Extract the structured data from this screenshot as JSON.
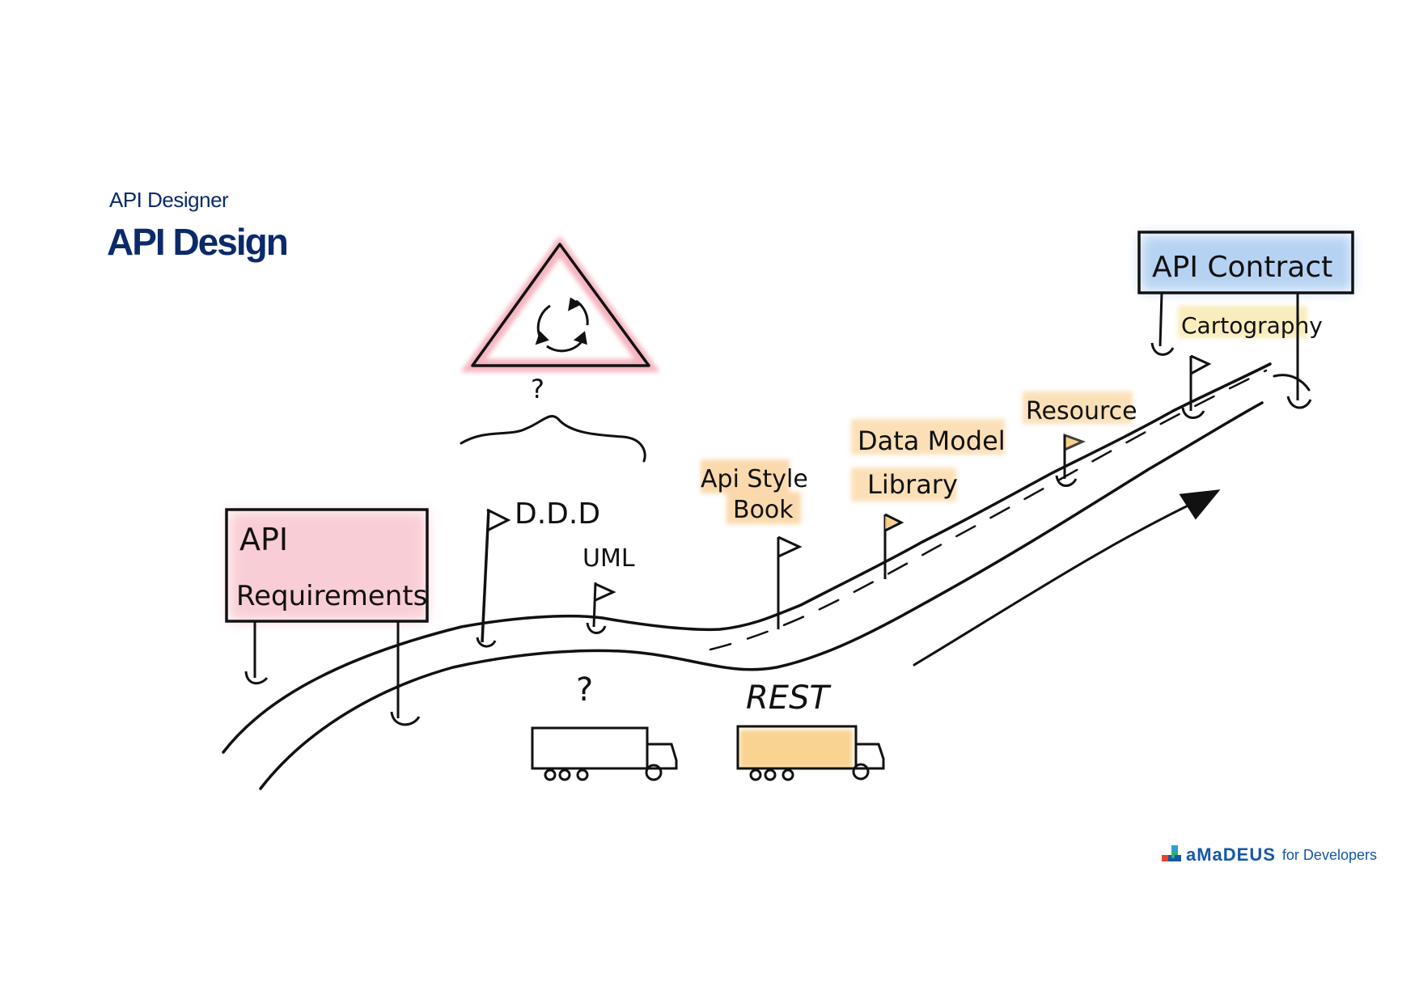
{
  "header": {
    "subtitle": "API Designer",
    "title": "API Design"
  },
  "diagram": {
    "labels": {
      "api_requirements_line1": "API",
      "api_requirements_line2": "Requirements",
      "ddd": "D.D.D",
      "uml": "UML",
      "question_sign": "?",
      "question_truck": "?",
      "rest": "REST",
      "api_style_book_line1": "Api Style",
      "api_style_book_line2": "Book",
      "data_model_line1": "Data Model",
      "data_model_line2": "Library",
      "resource": "Resource",
      "api_contract": "API Contract",
      "cartography": "Cartography"
    },
    "highlight_colors": {
      "requirements": "#f4a6b4",
      "sign": "#e85a72",
      "style_book": "#f9c98a",
      "data_model": "#fad6a0",
      "resource": "#fad6a0",
      "contract": "#9ec3ee",
      "cartography": "#f7e7a8",
      "truck_rest": "#f7c56e"
    }
  },
  "brand": {
    "name": "aMaDEUS",
    "tagline": "for Developers",
    "colors": [
      "#2b9fd8",
      "#e8452c",
      "#1457a8",
      "#2fae6b"
    ]
  }
}
